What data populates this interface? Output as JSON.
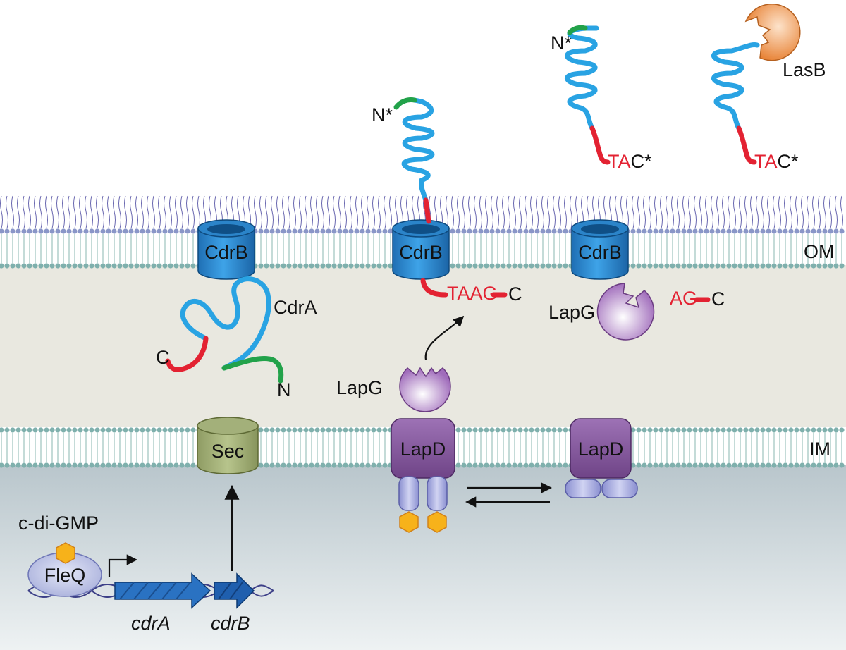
{
  "membranes": {
    "outer_label": "OM",
    "inner_label": "IM"
  },
  "labels": {
    "cdrb_left": "CdrB",
    "cdrb_middle": "CdrB",
    "cdrb_right": "CdrB",
    "sec": "Sec",
    "lapd_left": "LapD",
    "lapd_right": "LapD",
    "lapg_left": "LapG",
    "lapg_right": "LapG",
    "cdra": "CdrA",
    "cdra_c": "C",
    "cdra_n": "N",
    "lasb": "LasB",
    "fleq": "FleQ",
    "cdigmp": "c-di-GMP",
    "gene_cdra": "cdrA",
    "gene_cdrb": "cdrB",
    "n_star_middle": "N*",
    "n_star_top": "N*",
    "taag": "TAAG",
    "c_after_taag": "C",
    "ag": "AG",
    "c_after_ag": "C",
    "tac1_red": "TA",
    "tac1_black": "C*",
    "tac2_red": "TA",
    "tac2_black": "C*"
  },
  "colors": {
    "periplasm": "#e9e8e0",
    "cytoplasm": "#cdd8dc",
    "cdrb": "#2f8fd6",
    "sec": "#a9b680",
    "lapd": "#8a5aa0",
    "lapg": "#a36fbd",
    "lasb": "#e8853a",
    "strand_blue": "#29a3e3",
    "strand_red": "#e32232",
    "strand_green": "#22a24a",
    "cdigmp": "#f7b21a",
    "fleq": "#c7ccea",
    "gene": "#1f6fbf"
  },
  "icons": {
    "lapg_shape": "pacman-notched-enzyme",
    "cdrb_shape": "barrel-channel",
    "cdigmp_shape": "hexagon"
  }
}
